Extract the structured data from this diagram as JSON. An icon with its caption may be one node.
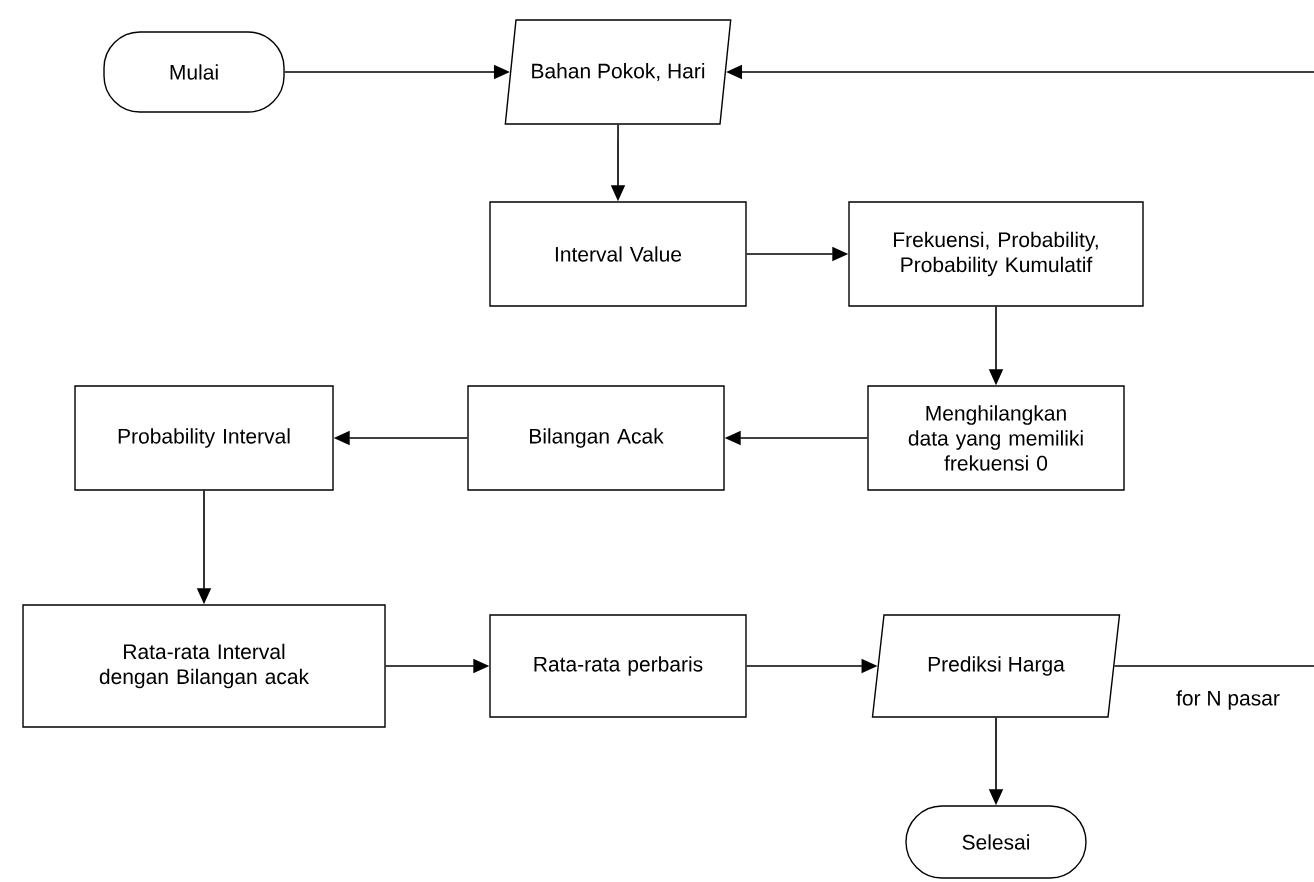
{
  "diagram": {
    "nodes": [
      {
        "text": [
          "Mulai"
        ]
      },
      {
        "text": [
          "Bahan Pokok, Hari"
        ]
      },
      {
        "text": [
          "Interval Value"
        ]
      },
      {
        "text": [
          "Frekuensi, Probability, Probability Kumulatif"
        ]
      },
      {
        "text": [
          "Menghilangkan data yang memiliki frekuensi 0"
        ]
      },
      {
        "text": [
          "Bilangan Acak"
        ]
      },
      {
        "text": [
          "Probability Interval"
        ]
      },
      {
        "text": [
          "Rata-rata Interval dengan Bilangan acak"
        ]
      },
      {
        "text": [
          "Rata-rata perbaris"
        ]
      },
      {
        "text": [
          "Prediksi Harga"
        ]
      },
      {
        "text": [
          "Selesai"
        ]
      }
    ],
    "edges": [
      {
        "from": 0,
        "to": 1,
        "arrow": "to"
      },
      {
        "from": 1,
        "to": 2,
        "arrow": "to"
      },
      {
        "from": 2,
        "to": 3,
        "arrow": "to"
      },
      {
        "from": 3,
        "to": 4,
        "arrow": "to"
      },
      {
        "from": 4,
        "to": 5,
        "arrow": "to"
      },
      {
        "from": 5,
        "to": 6,
        "arrow": "to"
      },
      {
        "from": 6,
        "to": 7,
        "arrow": "to"
      },
      {
        "from": 7,
        "to": 8,
        "arrow": "to"
      },
      {
        "from": 8,
        "to": 9,
        "arrow": "to"
      },
      {
        "from": 9,
        "to": 10,
        "arrow": "to"
      },
      {
        "from": 9,
        "to": null,
        "arrow": "none",
        "label": "for N pasar"
      },
      {
        "from": null,
        "to": 1,
        "arrow": "to"
      }
    ]
  }
}
